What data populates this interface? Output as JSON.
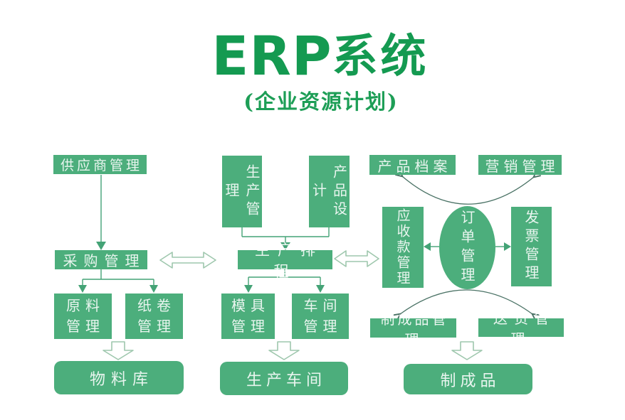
{
  "title": {
    "en": "ERP",
    "cn": "系统"
  },
  "subtitle": "(企业资源计划)",
  "colors": {
    "box_green": "#4cae7c",
    "title_green": "#149a51",
    "arrow_green": "#44a376",
    "arc_gray_green": "#4a7265",
    "hollow_arrow_stroke": "#9ec7ad",
    "box_text": "#ffffff"
  },
  "nodes": {
    "supplier": {
      "label": "供应商管理"
    },
    "purchase": {
      "label": "采购管理"
    },
    "raw_material": {
      "line1": "原料",
      "line2": "管理"
    },
    "paper_roll": {
      "line1": "纸卷",
      "line2": "管理"
    },
    "material_store": {
      "label": "物料库"
    },
    "production_mgmt": {
      "label": "生产管理"
    },
    "product_design": {
      "label": "产品设计"
    },
    "scheduling": {
      "label": "生产排程"
    },
    "mold": {
      "line1": "模具",
      "line2": "管理"
    },
    "workshop": {
      "line1": "车间",
      "line2": "管理"
    },
    "production_floor": {
      "label": "生产车间"
    },
    "product_archive": {
      "label": "产品档案"
    },
    "marketing": {
      "label": "营销管理"
    },
    "receivables": {
      "label": "应收款管理"
    },
    "order_mgmt": {
      "label": "订单管理"
    },
    "invoice": {
      "label": "发票管理"
    },
    "finished_mgmt": {
      "label": "制成品管理"
    },
    "delivery": {
      "label": "送货管理"
    },
    "finished_goods": {
      "label": "制成品"
    }
  }
}
